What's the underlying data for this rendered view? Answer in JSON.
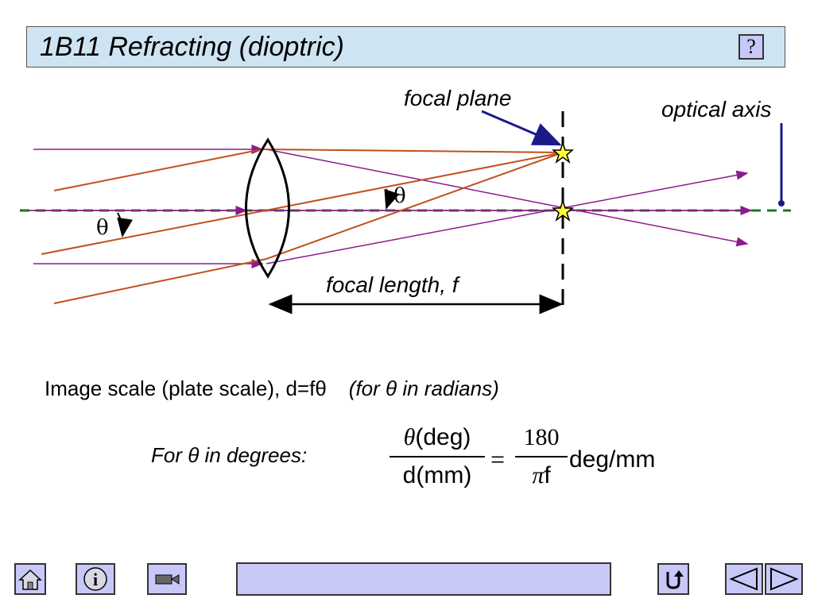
{
  "title": "1B11 Refracting (dioptric)",
  "help_label": "?",
  "diagram": {
    "focal_plane_label": "focal plane",
    "optical_axis_label": "optical axis",
    "focal_length_label": "focal length, f",
    "theta_left": "θ",
    "theta_right": "θ"
  },
  "text": {
    "scale_main": "Image scale (plate scale), d=fθ",
    "scale_note": "(for θ in radians)",
    "degrees_label": "For θ in degrees:",
    "eq_num_left_sym": "θ",
    "eq_num_left_rest": "(deg)",
    "eq_den_left": "d(mm)",
    "eq_equals": "=",
    "eq_num_right": "180",
    "eq_den_right_sym": "π",
    "eq_den_right_rest": "f",
    "eq_units": "deg/mm"
  },
  "colors": {
    "title_bg": "#cfe4f3",
    "button_bg": "#c8c8f8",
    "ray_orange": "#c0501a",
    "ray_purple": "#8b1a8b",
    "axis_green": "#1a7a1a",
    "arrow_navy": "#1a1a8b",
    "star_yellow": "#ffff33"
  },
  "icons": [
    "home-icon",
    "info-icon",
    "camera-icon",
    "return-icon",
    "prev-icon",
    "next-icon"
  ]
}
